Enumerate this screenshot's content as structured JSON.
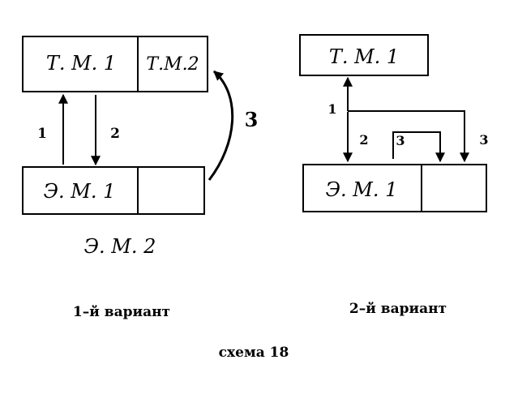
{
  "variant1": {
    "top_box_left": "Т. М. 1",
    "top_box_right": "Т.М.2",
    "bottom_box_left": "Э. М. 1",
    "label_below": "Э. М. 2",
    "arrow_up_label": "1",
    "arrow_down_label": "2",
    "curve_label": "3",
    "caption": "1–й вариант"
  },
  "variant2": {
    "top_box": "Т. М. 1",
    "bottom_box_left": "Э. М. 1",
    "arrow_up_label": "1",
    "arrow_down_label": "2",
    "inner_bracket_label": "3",
    "outer_bracket_label": "3",
    "caption": "2–й вариант"
  },
  "figure_caption": "схема 18",
  "colors": {
    "ink": "#000000",
    "paper": "#ffffff"
  }
}
